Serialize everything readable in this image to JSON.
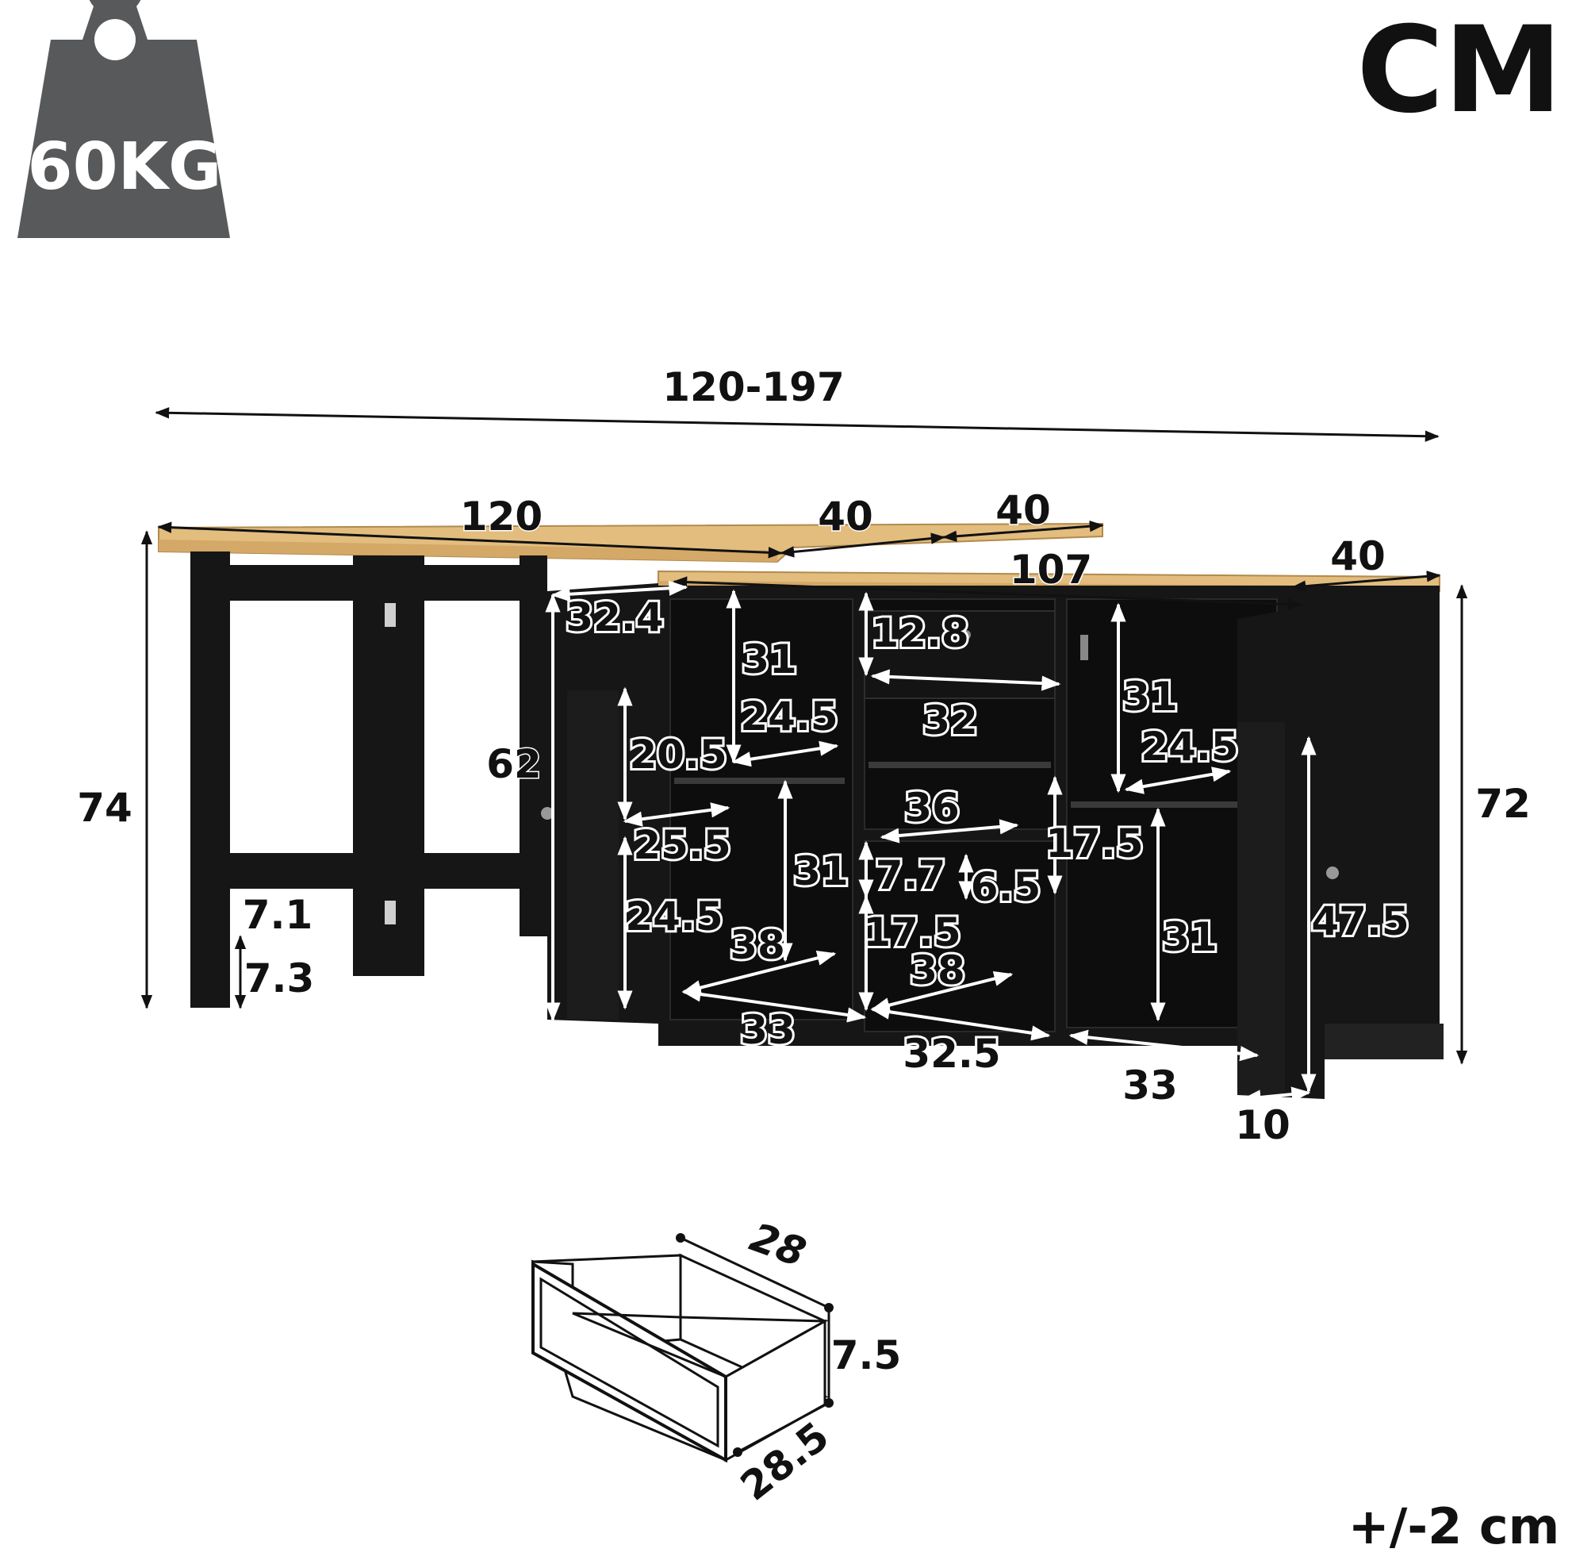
{
  "weight_badge": {
    "label": "60KG",
    "color": "#58595b"
  },
  "unit_label": "CM",
  "tolerance_label": "+/-2 cm",
  "colors": {
    "wood": "#e2bd7e",
    "body": "#161616",
    "arrow": "#111111"
  },
  "dimensions": {
    "total_width": "120-197",
    "desk_width": "120",
    "swivel_top_a": "40",
    "swivel_top_b": "40",
    "cabinet_depth": "40",
    "cabinet_width": "107",
    "desk_height": "74",
    "cabinet_height": "72",
    "door_height": "62",
    "door_shelf_top": "32.4",
    "door_shelf_gap_top": "20.5",
    "door_shelf_width": "25.5",
    "door_shelf_gap_bottom": "24.5",
    "foot_height": "7.1",
    "foot_rail": "7.3",
    "left_compartment_height": "31",
    "left_shelf_depth": "24.5",
    "left_lower_height": "31",
    "left_lower_depth": "38",
    "left_bottom_width": "33",
    "drawer_height": "12.8",
    "drawer_front_width": "32",
    "middle_open_width": "36",
    "middle_open_height": "17.5",
    "middle_small_1": "7.7",
    "middle_small_2": "6.5",
    "middle_lower_height": "17.5",
    "middle_lower_depth": "38",
    "middle_bottom_width": "32.5",
    "right_compartment_height": "31",
    "right_shelf_depth": "24.5",
    "right_lower_height": "31",
    "right_door_shelf": "47.5",
    "right_bottom_width": "33",
    "right_door_depth": "10"
  },
  "drawer_detail": {
    "width": "28",
    "height": "7.5",
    "depth": "28.5"
  }
}
